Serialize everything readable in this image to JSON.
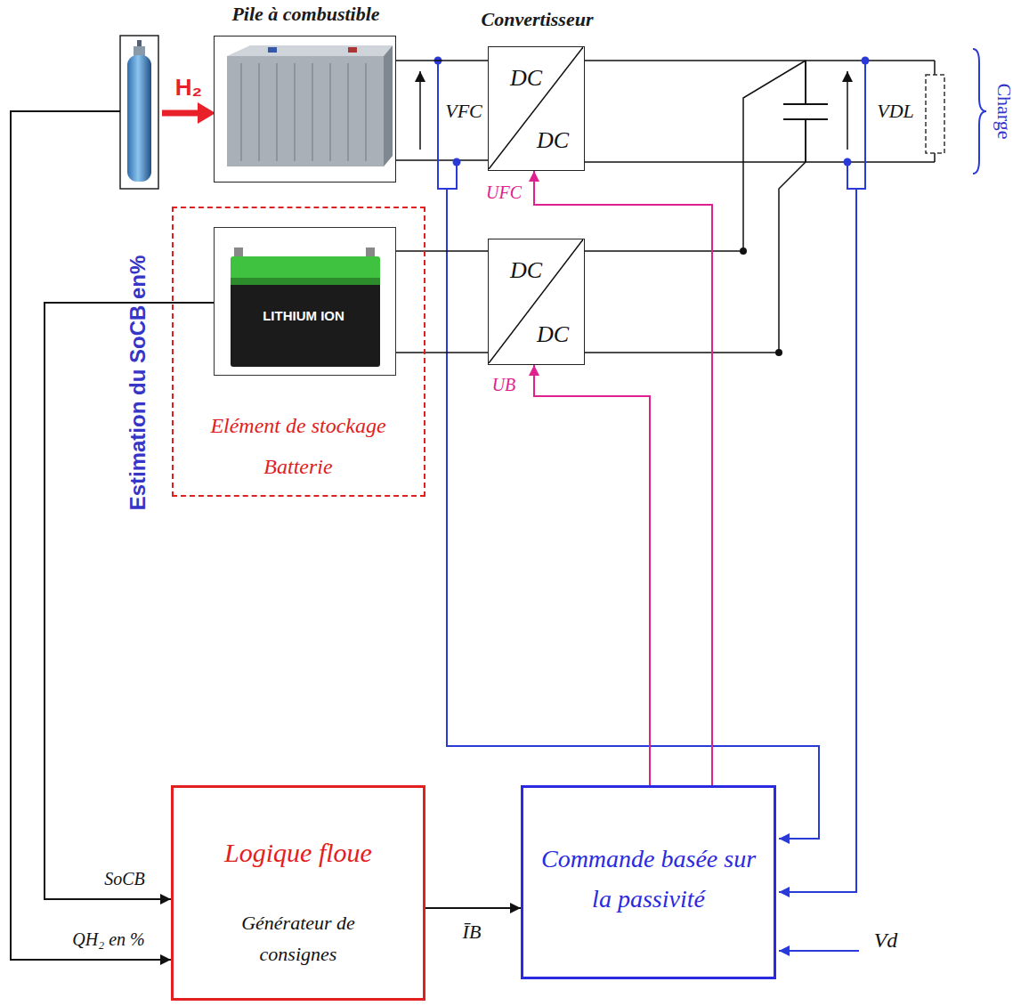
{
  "diagram": {
    "nodes": [
      {
        "text": [
          "Pile à combustible"
        ]
      },
      {
        "text": [
          "Convertisseur",
          "DC",
          "DC"
        ]
      },
      {
        "text": [
          "Elément de stockage Batterie"
        ]
      },
      {
        "text": [
          "LITHIUM ION"
        ],
        "in": 2
      },
      {
        "text": [
          "DC",
          "DC"
        ]
      },
      {
        "text": [
          "Logique floue",
          "Générateur de consignes"
        ]
      },
      {
        "text": [
          "Commande basée sur la passivité"
        ]
      }
    ],
    "edges": [
      {
        "from": 0,
        "to": 1,
        "arrow": "none"
      },
      {
        "from": 3,
        "to": 4,
        "arrow": "none"
      },
      {
        "from": 6,
        "to": 1,
        "label": "UFC",
        "arrow": "to"
      },
      {
        "from": 6,
        "to": 4,
        "label": "UB",
        "arrow": "to"
      },
      {
        "from": 3,
        "to": 5,
        "label": "SoCB",
        "arrow": "to"
      },
      {
        "from": 5,
        "to": 6,
        "label": "ĪB",
        "arrow": "to"
      }
    ],
    "labels": [
      "H₂",
      "VFC",
      "VDL",
      "Charge",
      "Estimation du SoCB en%",
      "QH₂ en %",
      "Vd"
    ]
  }
}
